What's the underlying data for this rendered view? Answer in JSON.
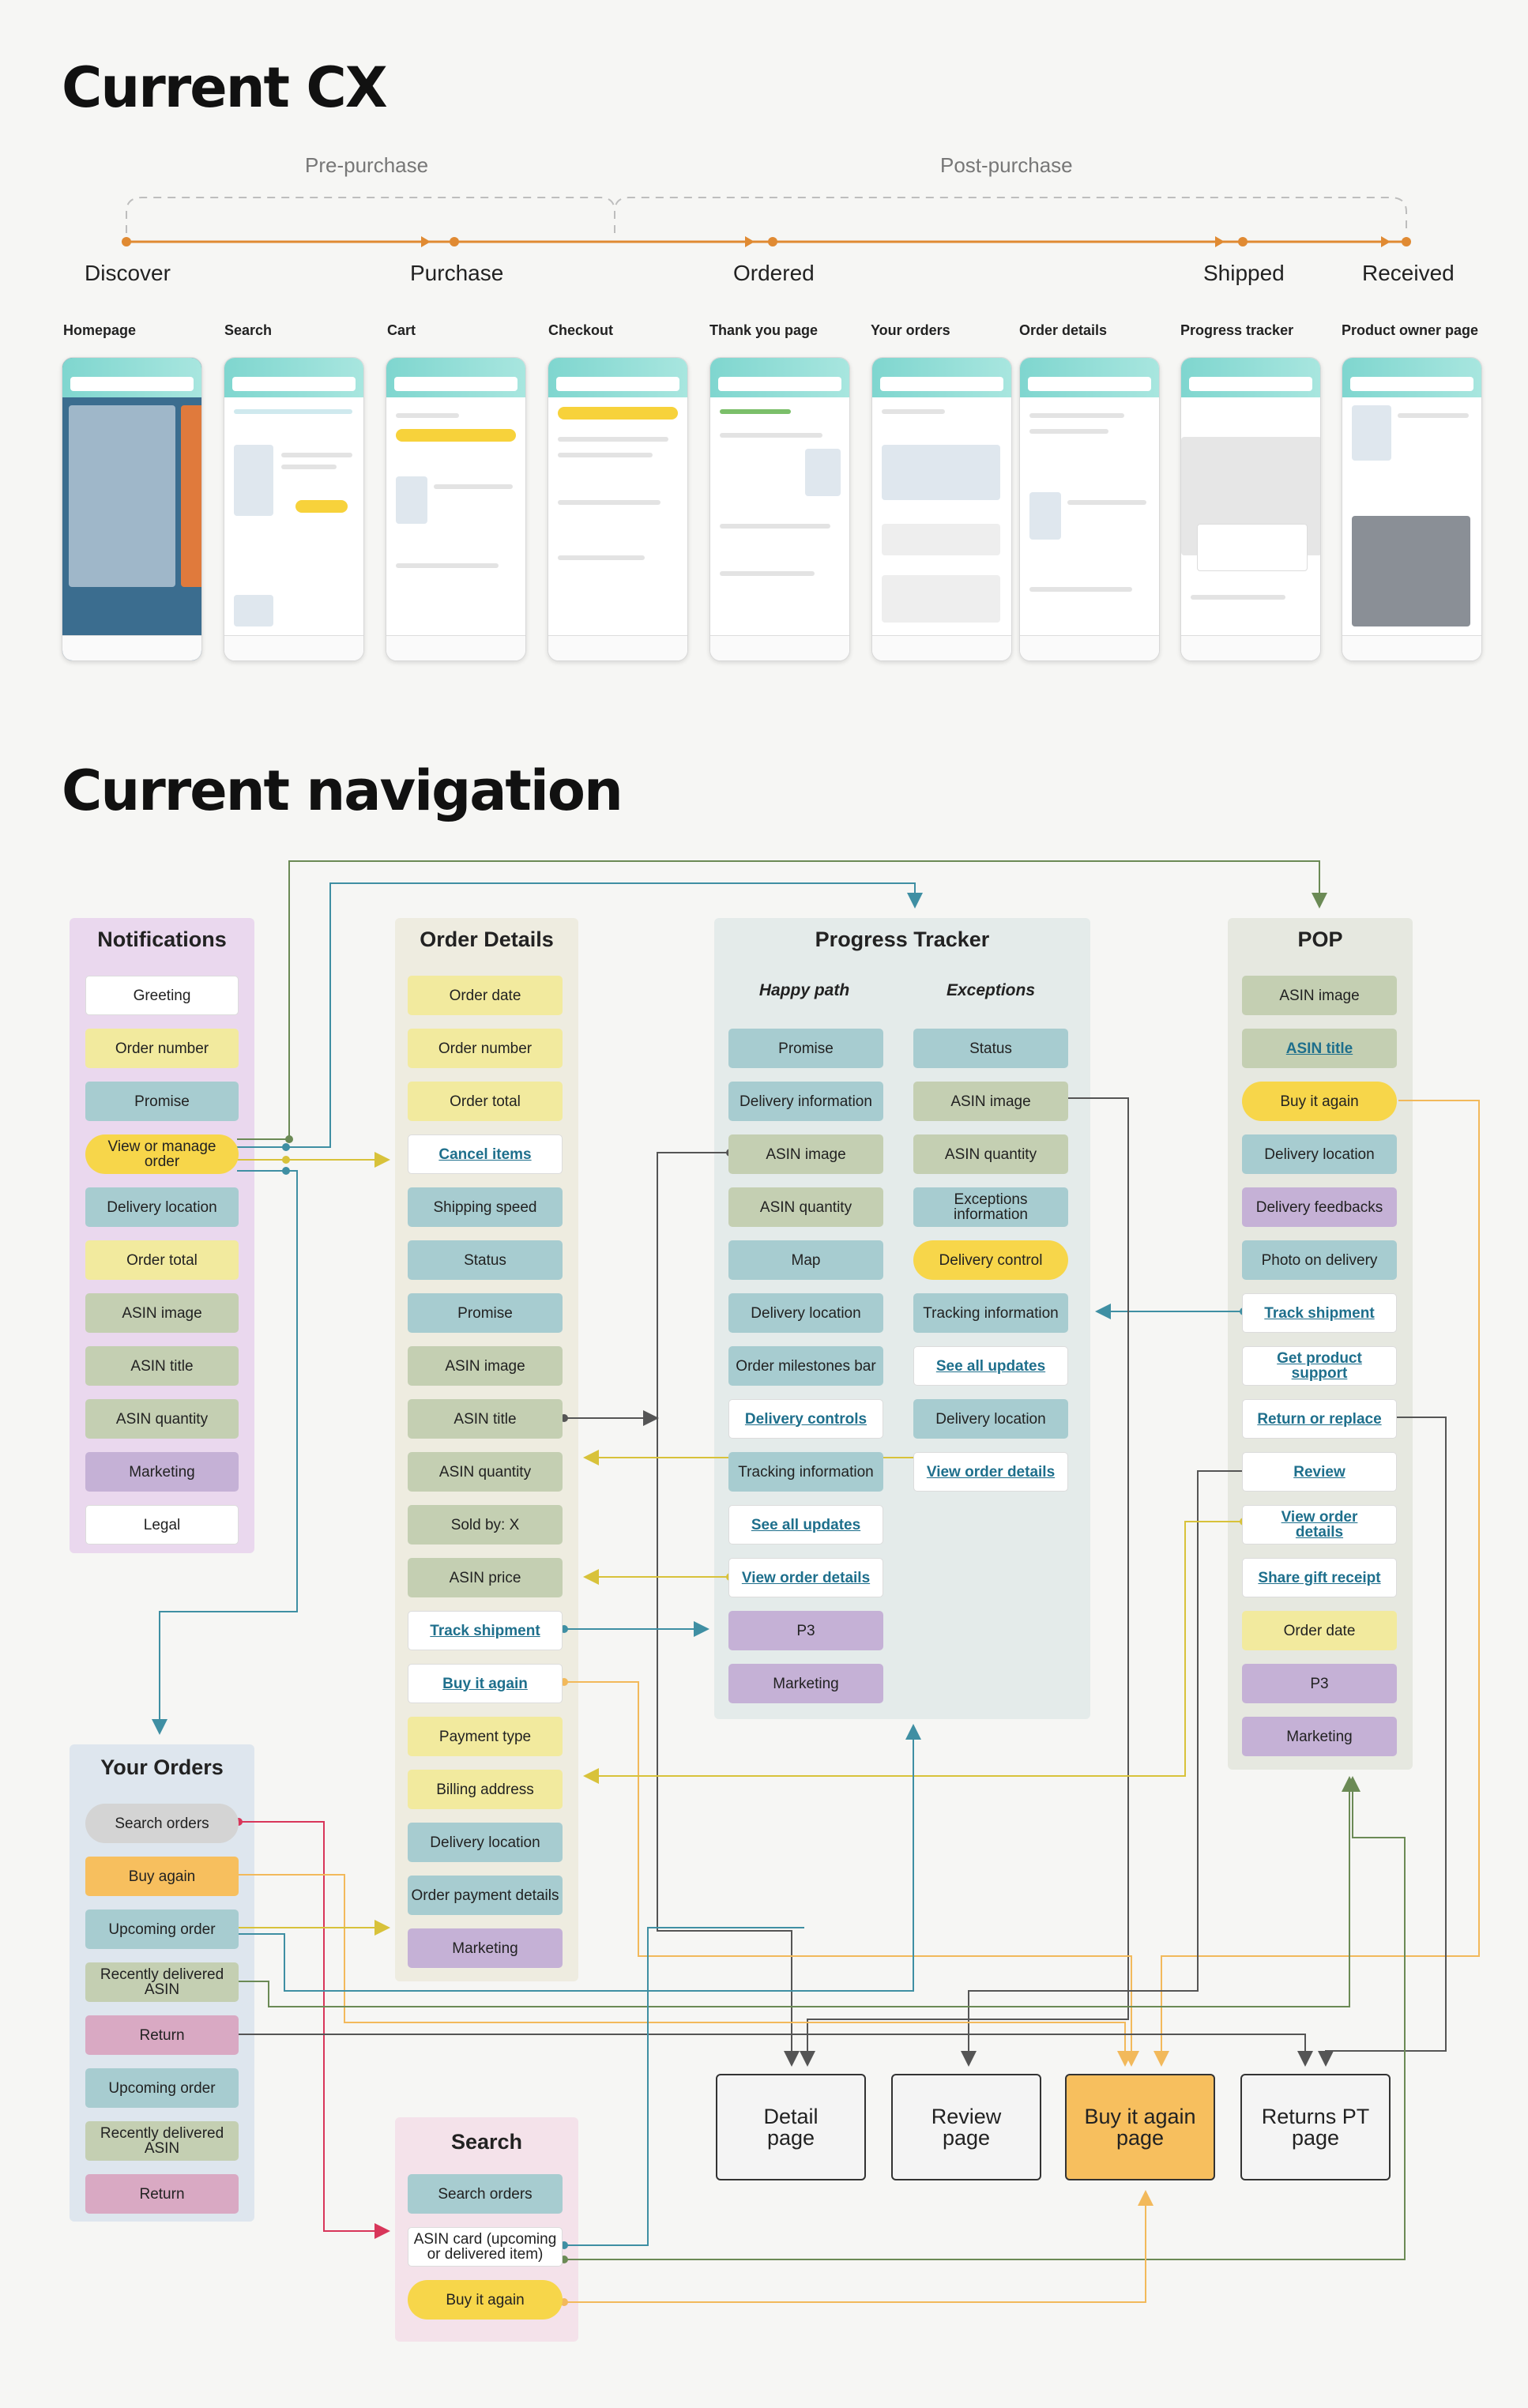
{
  "titles": {
    "cx": "Current CX",
    "nav": "Current navigation"
  },
  "phases": {
    "pre": "Pre-purchase",
    "post": "Post-purchase"
  },
  "stages": [
    "Discover",
    "Purchase",
    "Ordered",
    "Shipped",
    "Received"
  ],
  "screens": [
    "Homepage",
    "Search",
    "Cart",
    "Checkout",
    "Thank you page",
    "Your orders",
    "Order details",
    "Progress tracker",
    "Product owner page"
  ],
  "notifications": {
    "title": "Notifications",
    "items": [
      "Greeting",
      "Order number",
      "Promise",
      "View or manage order",
      "Delivery location",
      "Order total",
      "ASIN image",
      "ASIN title",
      "ASIN quantity",
      "Marketing",
      "Legal"
    ]
  },
  "order_details": {
    "title": "Order Details",
    "items": [
      "Order date",
      "Order number",
      "Order total",
      "Cancel items",
      "Shipping speed",
      "Status",
      "Promise",
      "ASIN image",
      "ASIN title",
      "ASIN quantity",
      "Sold by: X",
      "ASIN price",
      "Track shipment",
      "Buy it again",
      "Payment type",
      "Billing address",
      "Delivery location",
      "Order payment details",
      "Marketing"
    ]
  },
  "progress_tracker": {
    "title": "Progress Tracker",
    "happy_title": "Happy path",
    "exceptions_title": "Exceptions",
    "happy": [
      "Promise",
      "Delivery information",
      "ASIN image",
      "ASIN quantity",
      "Map",
      "Delivery location",
      "Order milestones bar",
      "Delivery controls",
      "Tracking information",
      "See all updates",
      "View order details",
      "P3",
      "Marketing"
    ],
    "exceptions": [
      "Status",
      "ASIN image",
      "ASIN quantity",
      "Exceptions information",
      "Delivery control",
      "Tracking information",
      "See all updates",
      "Delivery location",
      "View order details"
    ]
  },
  "pop": {
    "title": "POP",
    "items": [
      "ASIN image",
      "ASIN title",
      "Buy it again",
      "Delivery location",
      "Delivery feedbacks",
      "Photo on delivery",
      "Track shipment",
      "Get product support",
      "Return or replace",
      "Review",
      "View order details",
      "Share gift receipt",
      "Order date",
      "P3",
      "Marketing"
    ]
  },
  "your_orders": {
    "title": "Your Orders",
    "items": [
      "Search orders",
      "Buy again",
      "Upcoming order",
      "Recently delivered ASIN",
      "Return",
      "Upcoming order",
      "Recently delivered ASIN",
      "Return"
    ]
  },
  "search": {
    "title": "Search",
    "items": [
      "Search orders",
      "ASIN card (upcoming or delivered item)",
      "Buy it again"
    ]
  },
  "destinations": [
    "Detail page",
    "Review page",
    "Buy it again page",
    "Returns PT page"
  ],
  "colors": {
    "orange_line": "#e08a32",
    "teal_line": "#3f8fa3",
    "green_line": "#6b8a55",
    "yellow_line": "#d8c23a",
    "red_line": "#d8365a",
    "grey_line": "#555555",
    "light_orange_line": "#f2b95b"
  }
}
